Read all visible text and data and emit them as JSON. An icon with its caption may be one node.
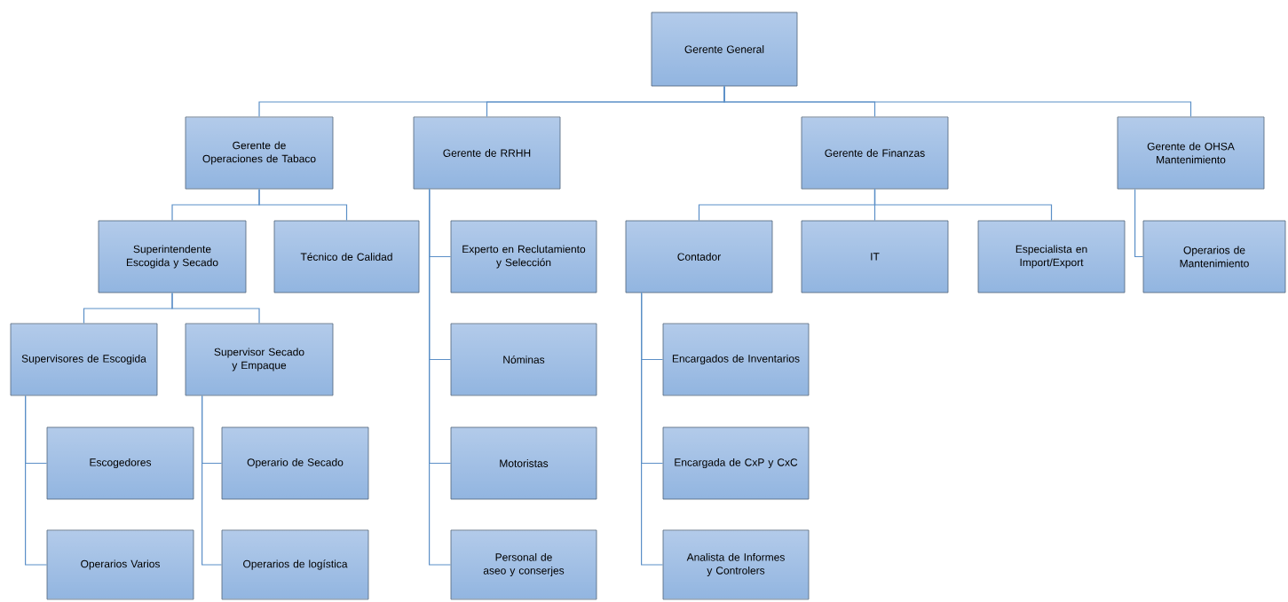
{
  "diagram": {
    "nodes": [
      {
        "text": [
          "Gerente General"
        ]
      },
      {
        "text": [
          "Gerente de Operaciones de Tabaco"
        ]
      },
      {
        "text": [
          "Gerente de RRHH"
        ]
      },
      {
        "text": [
          "Gerente de Finanzas"
        ]
      },
      {
        "text": [
          "Gerente de OHSA Mantenimiento"
        ]
      },
      {
        "text": [
          "Superintendente Escogida y Secado"
        ]
      },
      {
        "text": [
          "Técnico de Calidad"
        ]
      },
      {
        "text": [
          "Supervisores de Escogida"
        ]
      },
      {
        "text": [
          "Supervisor Secado y Empaque"
        ]
      },
      {
        "text": [
          "Escogedores"
        ]
      },
      {
        "text": [
          "Operarios Varios"
        ]
      },
      {
        "text": [
          "Operario de Secado"
        ]
      },
      {
        "text": [
          "Operarios de logística"
        ]
      },
      {
        "text": [
          "Experto en Reclutamiento y Selección"
        ]
      },
      {
        "text": [
          "Nóminas"
        ]
      },
      {
        "text": [
          "Motoristas"
        ]
      },
      {
        "text": [
          "Personal de aseo y conserjes"
        ]
      },
      {
        "text": [
          "Contador"
        ]
      },
      {
        "text": [
          "IT"
        ]
      },
      {
        "text": [
          "Especialista en Import/Export"
        ]
      },
      {
        "text": [
          "Operarios de Mantenimiento"
        ]
      },
      {
        "text": [
          "Encargados de Inventarios"
        ]
      },
      {
        "text": [
          "Encargada de CxP y CxC"
        ]
      },
      {
        "text": [
          "Analista de Informes y Controlers"
        ]
      }
    ],
    "edges": [
      {
        "from": 0,
        "to": 1,
        "arrow": "none"
      },
      {
        "from": 0,
        "to": 2,
        "arrow": "none"
      },
      {
        "from": 0,
        "to": 3,
        "arrow": "none"
      },
      {
        "from": 0,
        "to": 4,
        "arrow": "none"
      },
      {
        "from": 1,
        "to": 5,
        "arrow": "none"
      },
      {
        "from": 1,
        "to": 6,
        "arrow": "none"
      },
      {
        "from": 5,
        "to": 7,
        "arrow": "none"
      },
      {
        "from": 5,
        "to": 8,
        "arrow": "none"
      },
      {
        "from": 7,
        "to": 9,
        "arrow": "none"
      },
      {
        "from": 7,
        "to": 10,
        "arrow": "none"
      },
      {
        "from": 8,
        "to": 11,
        "arrow": "none"
      },
      {
        "from": 8,
        "to": 12,
        "arrow": "none"
      },
      {
        "from": 2,
        "to": 13,
        "arrow": "none"
      },
      {
        "from": 2,
        "to": 14,
        "arrow": "none"
      },
      {
        "from": 2,
        "to": 15,
        "arrow": "none"
      },
      {
        "from": 2,
        "to": 16,
        "arrow": "none"
      },
      {
        "from": 3,
        "to": 17,
        "arrow": "none"
      },
      {
        "from": 3,
        "to": 18,
        "arrow": "none"
      },
      {
        "from": 3,
        "to": 19,
        "arrow": "none"
      },
      {
        "from": 4,
        "to": 20,
        "arrow": "none"
      },
      {
        "from": 17,
        "to": 21,
        "arrow": "none"
      },
      {
        "from": 17,
        "to": 22,
        "arrow": "none"
      },
      {
        "from": 17,
        "to": 23,
        "arrow": "none"
      }
    ]
  }
}
